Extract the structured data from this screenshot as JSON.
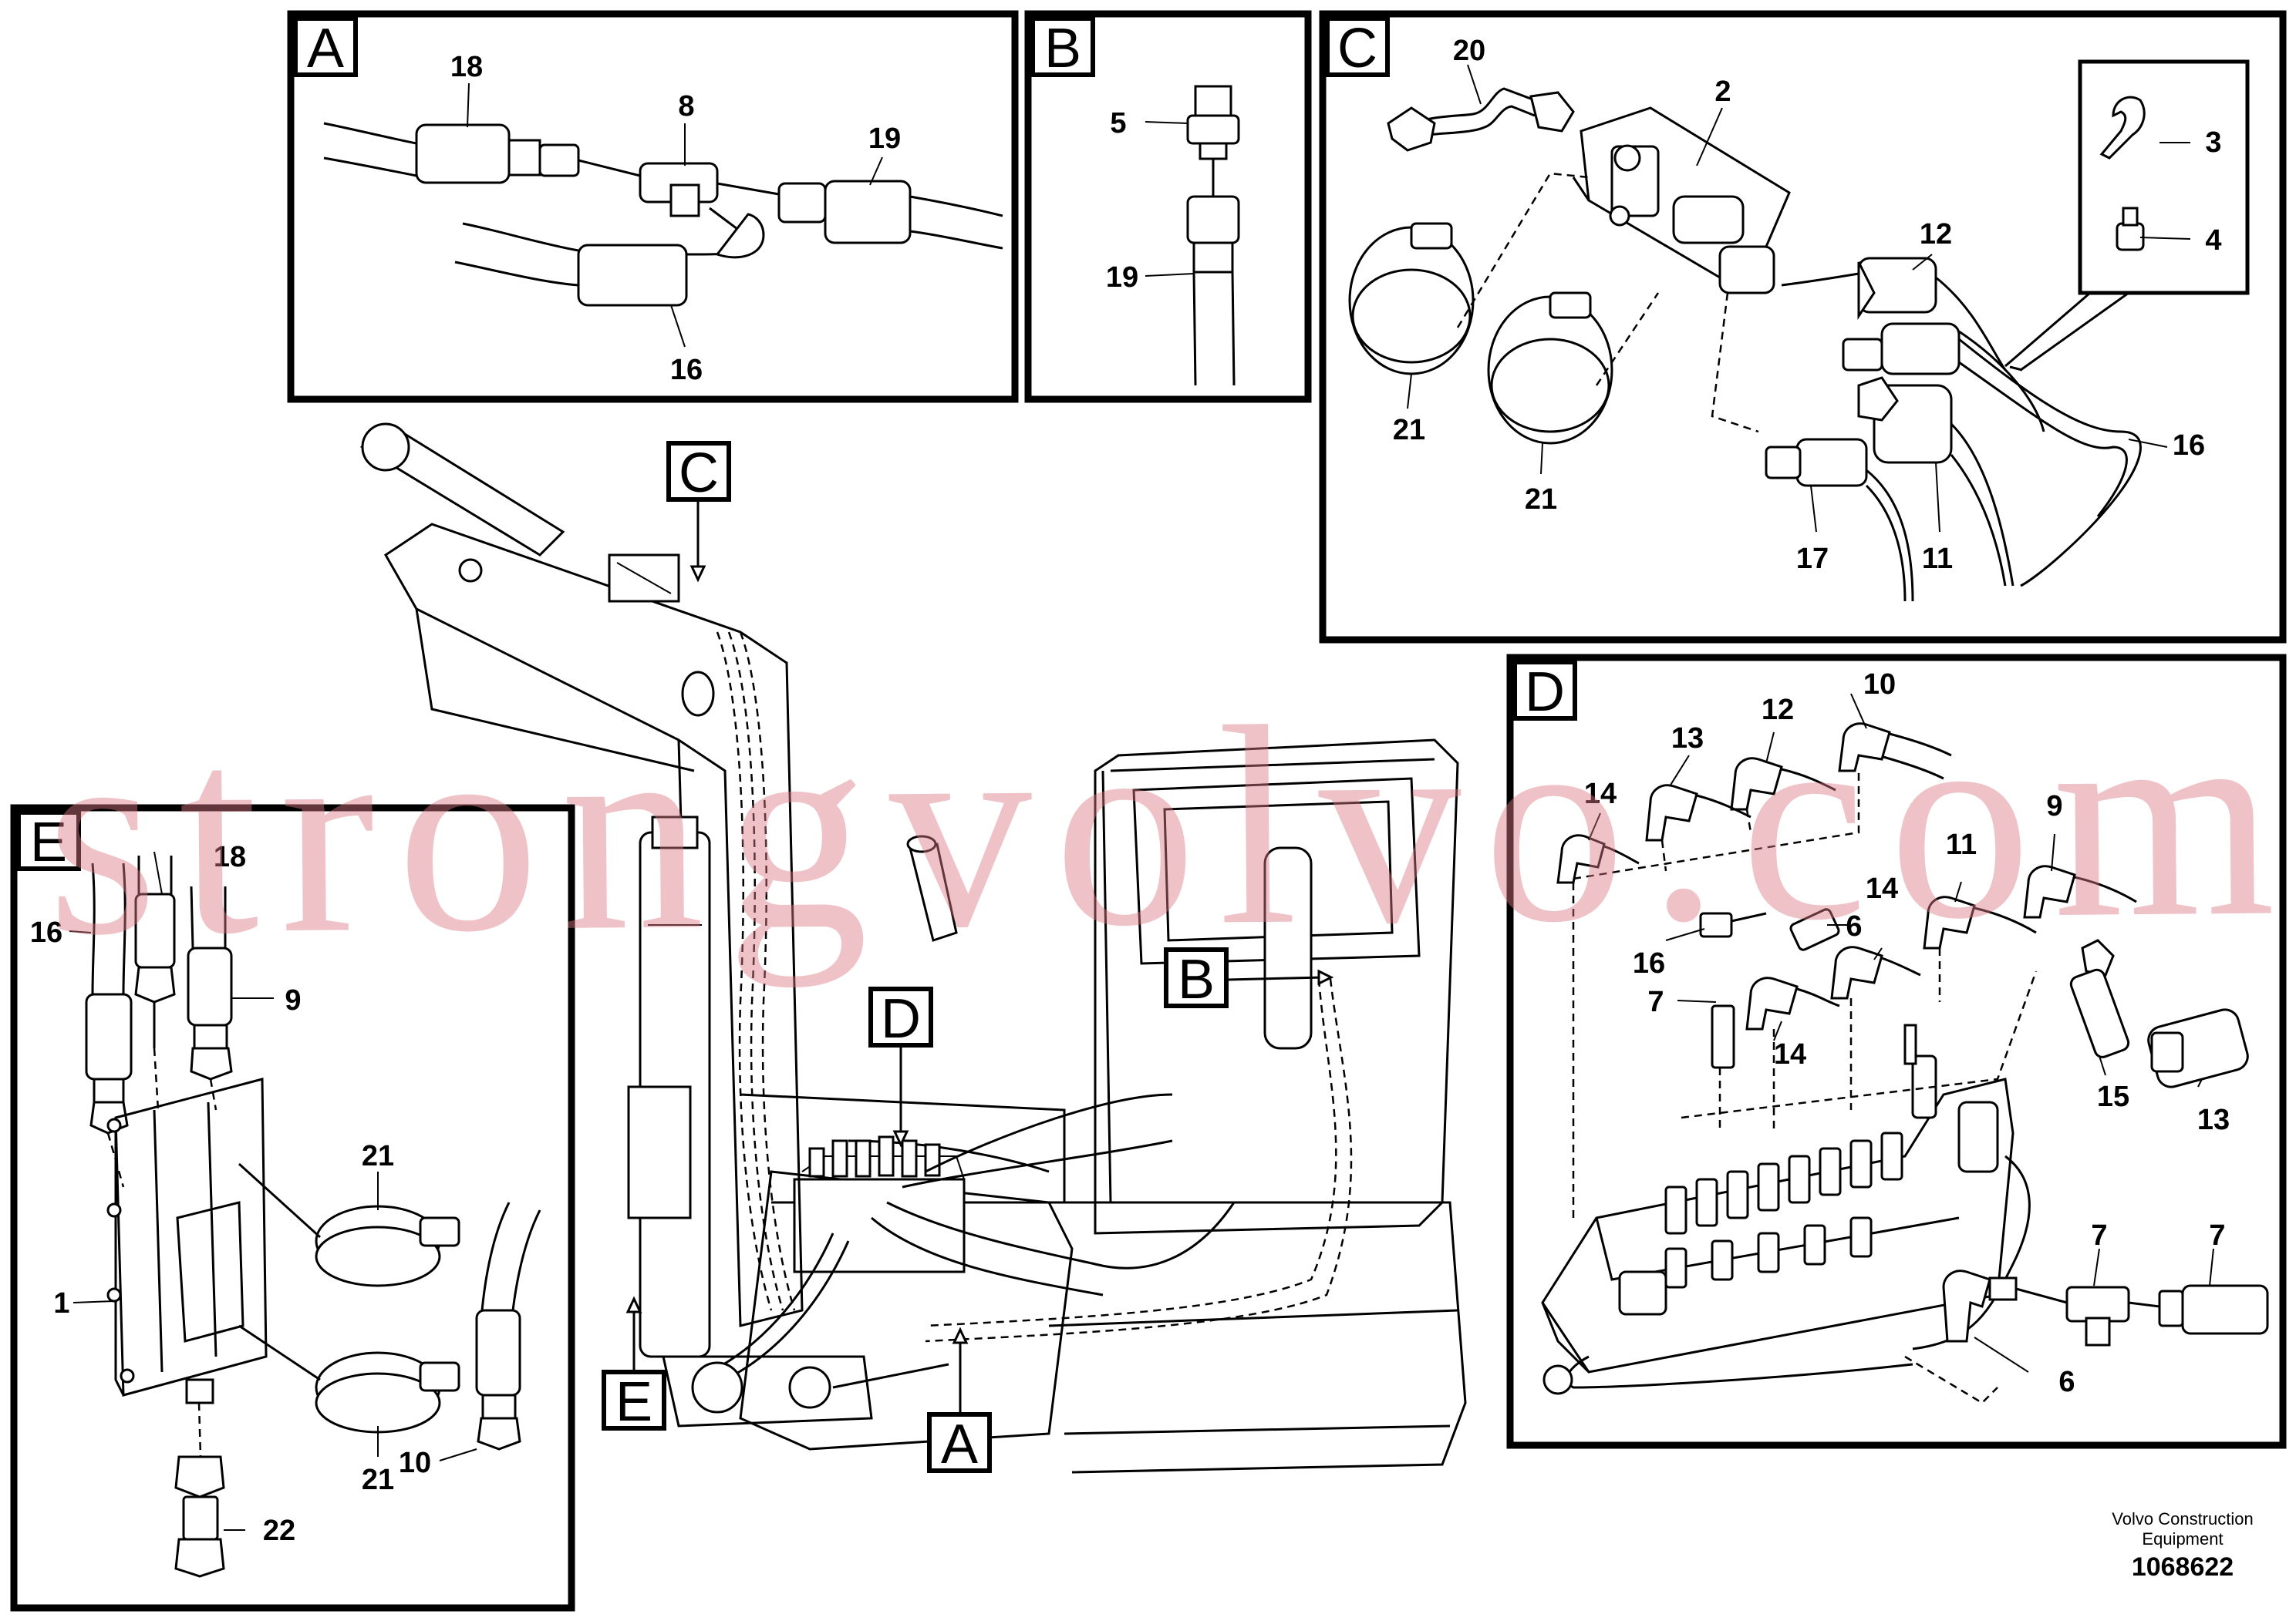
{
  "panels": {
    "A": {
      "letter": "A",
      "callouts": [
        "18",
        "8",
        "19",
        "16"
      ]
    },
    "B": {
      "letter": "B",
      "callouts": [
        "5",
        "19"
      ]
    },
    "C": {
      "letter": "C",
      "callouts": [
        "20",
        "2",
        "3",
        "4",
        "12",
        "21",
        "21",
        "16",
        "17",
        "11"
      ]
    },
    "D": {
      "letter": "D",
      "callouts": [
        "10",
        "13",
        "12",
        "14",
        "9",
        "11",
        "14",
        "16",
        "6",
        "7",
        "14",
        "15",
        "13",
        "7",
        "7",
        "6"
      ]
    },
    "E": {
      "letter": "E",
      "callouts": [
        "18",
        "16",
        "9",
        "21",
        "1",
        "21",
        "10",
        "22"
      ]
    }
  },
  "main_markers": [
    "C",
    "B",
    "D",
    "E",
    "A"
  ],
  "footer": {
    "company_line1": "Volvo Construction",
    "company_line2": "Equipment",
    "part_number": "1068622"
  },
  "watermark": "strongvolvo.com"
}
